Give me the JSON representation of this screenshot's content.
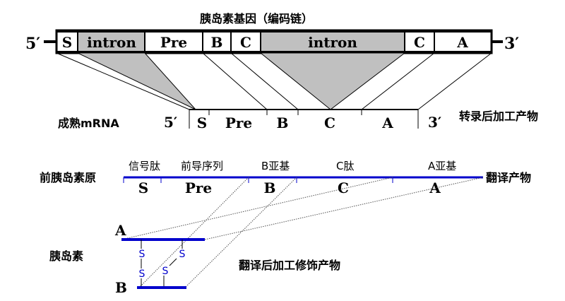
{
  "gene": {
    "title": "胰岛素基因（编码链）",
    "end5": "5′",
    "end3": "3′",
    "segments": [
      "S",
      "intron",
      "Pre",
      "B",
      "C",
      "intron",
      "C",
      "A"
    ]
  },
  "mrna": {
    "label": "成熟mRNA",
    "end5": "5′",
    "end3": "3′",
    "segments": [
      "S",
      "Pre",
      "B",
      "C",
      "A"
    ],
    "note": "转录后加工产物"
  },
  "proinsulin": {
    "label": "前胰岛素原",
    "parts": [
      "信号肽",
      "前导序列",
      "B亚基",
      "C肽",
      "A亚基"
    ],
    "segments": [
      "S",
      "Pre",
      "B",
      "C",
      "A"
    ],
    "note": "翻译产物"
  },
  "insulin": {
    "label": "胰岛素",
    "chainA": "A",
    "chainB": "B",
    "s1": "S",
    "s2": "S",
    "s3": "S",
    "s4": "S",
    "note": "翻译后加工修饰产物"
  },
  "colors": {
    "black": "#000000",
    "intron": "#c0c0c0",
    "blue": "#0000cc"
  }
}
